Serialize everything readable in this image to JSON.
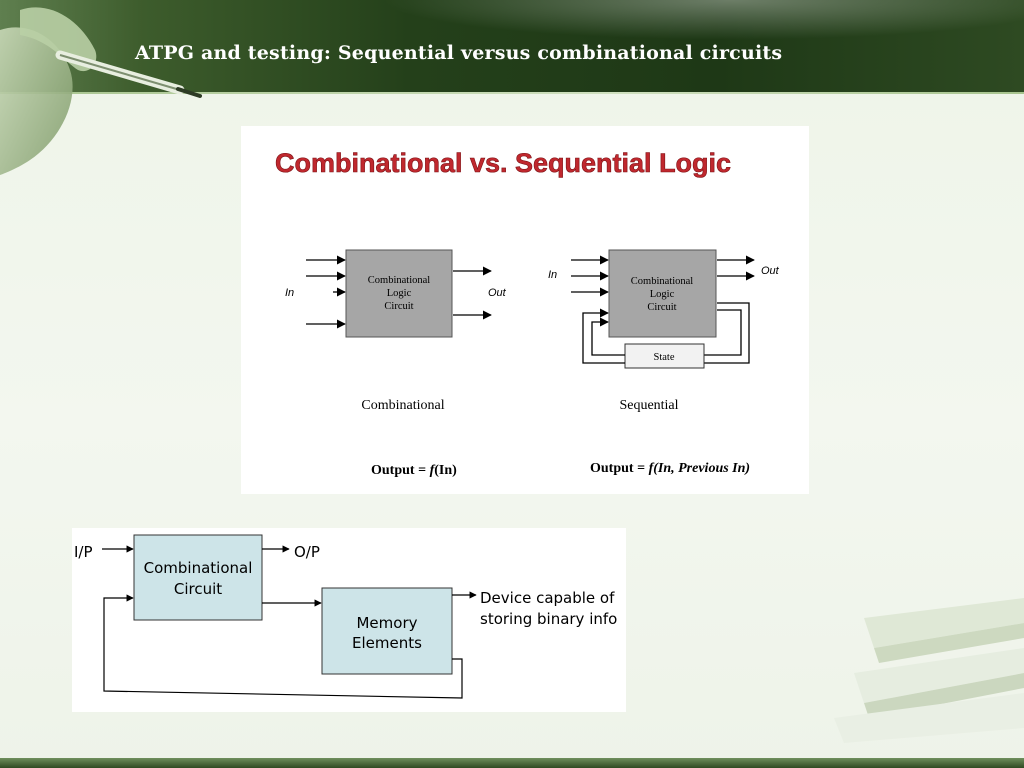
{
  "slide": {
    "title": "ATPG and testing: Sequential versus combinational circuits"
  },
  "top_figure": {
    "heading": "Combinational vs. Sequential Logic",
    "combinational": {
      "input_label": "In",
      "output_label": "Out",
      "block_lines": [
        "Combinational",
        "Logic",
        "Circuit"
      ],
      "caption": "Combinational",
      "formula_prefix": "Output = ",
      "formula_f": "f",
      "formula_args": "(In)"
    },
    "sequential": {
      "input_label": "In",
      "output_label": "Out",
      "block_lines": [
        "Combinational",
        "Logic",
        "Circuit"
      ],
      "state_label": "State",
      "caption": "Sequential",
      "formula_prefix": "Output = ",
      "formula_f": "f",
      "formula_args": "(In, Previous In)"
    }
  },
  "bottom_figure": {
    "input_label": "I/P",
    "output_label": "O/P",
    "comb_block_lines": [
      "Combinational",
      "Circuit"
    ],
    "memory_block_lines": [
      "Memory",
      "Elements"
    ],
    "annotation_lines": [
      "Device capable of",
      "storing binary info"
    ]
  },
  "colors": {
    "header_dark": "#1e3816",
    "heading_red": "#c0282e",
    "block_gray": "#a6a6a6",
    "block_teal": "#cde4e8"
  }
}
